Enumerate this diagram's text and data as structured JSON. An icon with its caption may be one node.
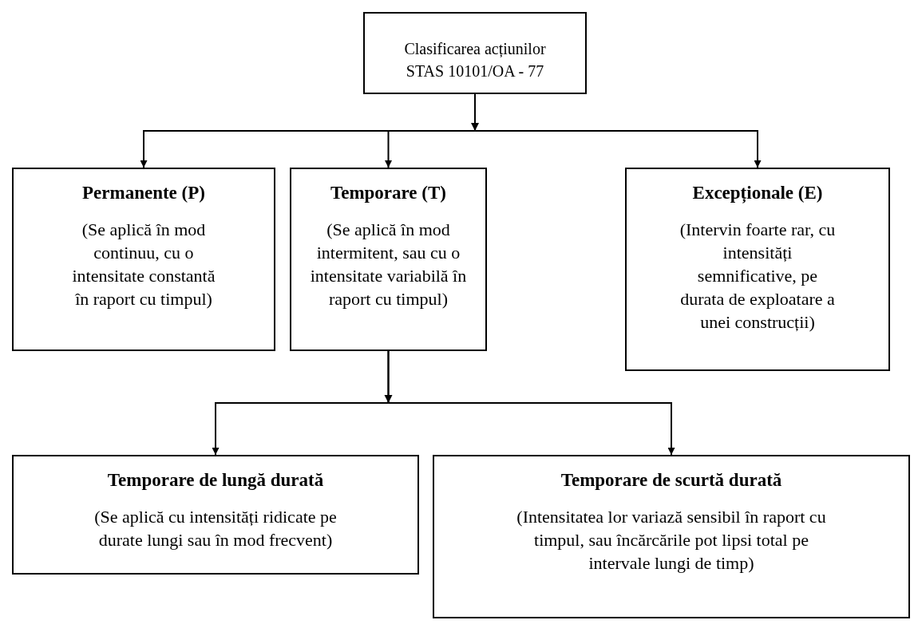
{
  "diagram": {
    "nodes": [
      {
        "text": [
          "Clasificarea acțiunilor STAS 10101/OA - 77"
        ]
      },
      {
        "text": [
          "Permanente (P)",
          "(Se aplică în mod continuu, cu o intensitate constantă în raport cu timpul)"
        ]
      },
      {
        "text": [
          "Temporare (T)",
          "(Se aplică în mod intermitent, sau cu o intensitate variabilă în raport cu timpul)"
        ]
      },
      {
        "text": [
          "Excepționale (E)",
          "(Intervin foarte rar, cu intensități semnificative, pe durata de exploatare a unei construcții)"
        ]
      },
      {
        "text": [
          "Temporare de lungă durată",
          "(Se aplică cu intensități ridicate pe durate lungi sau în mod frecvent)"
        ]
      },
      {
        "text": [
          "Temporare de scurtă durată",
          "(Intensitatea lor variază sensibil în raport cu timpul, sau încărcările pot lipsi total pe intervale lungi de timp)"
        ]
      }
    ],
    "edges": [
      {
        "from": 0,
        "to": 1,
        "arrow": "to"
      },
      {
        "from": 0,
        "to": 2,
        "arrow": "to"
      },
      {
        "from": 0,
        "to": 3,
        "arrow": "to"
      },
      {
        "from": 2,
        "to": 4,
        "arrow": "to"
      },
      {
        "from": 2,
        "to": 5,
        "arrow": "to"
      }
    ]
  }
}
